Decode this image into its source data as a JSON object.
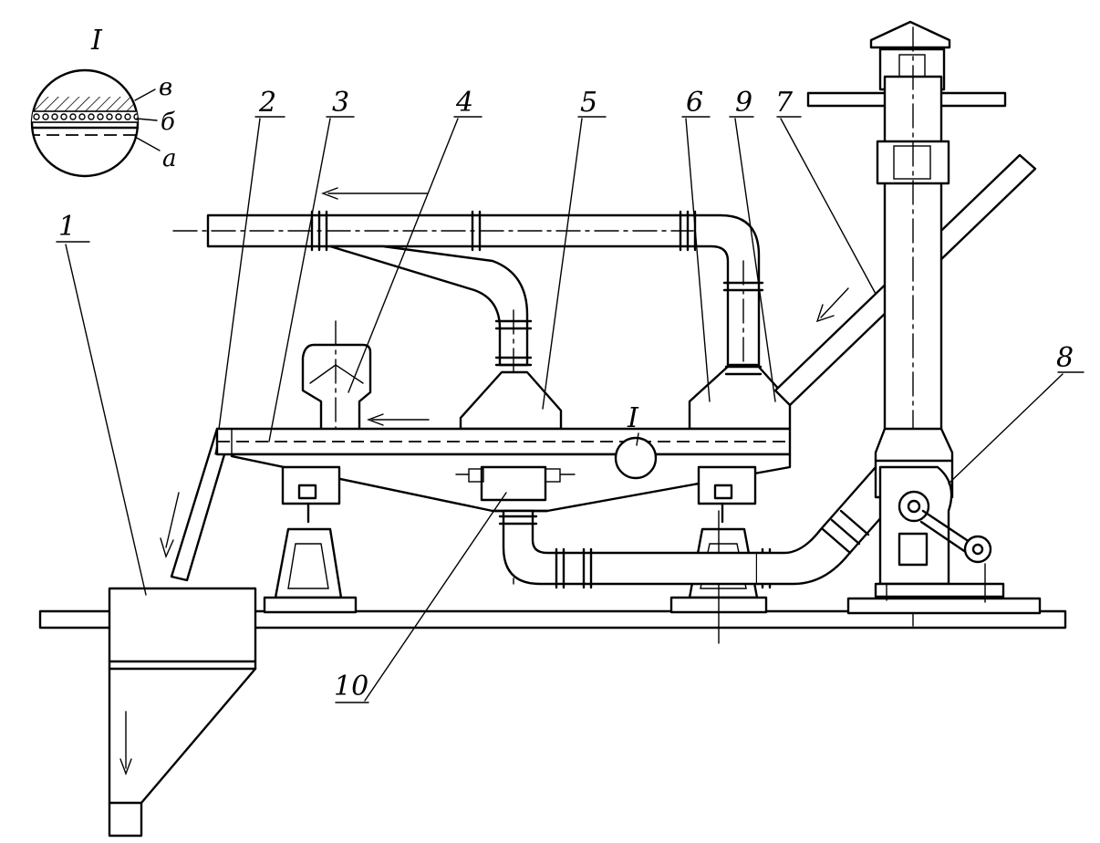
{
  "diagram": {
    "labels": {
      "l1": "1",
      "l2": "2",
      "l3": "3",
      "l4": "4",
      "l5": "5",
      "l6": "6",
      "l7": "7",
      "l8": "8",
      "l9": "9",
      "l10": "10",
      "detail_marker": "I"
    },
    "inset": {
      "title": "I",
      "layer_a": "а",
      "layer_b": "б",
      "layer_v": "в"
    }
  }
}
